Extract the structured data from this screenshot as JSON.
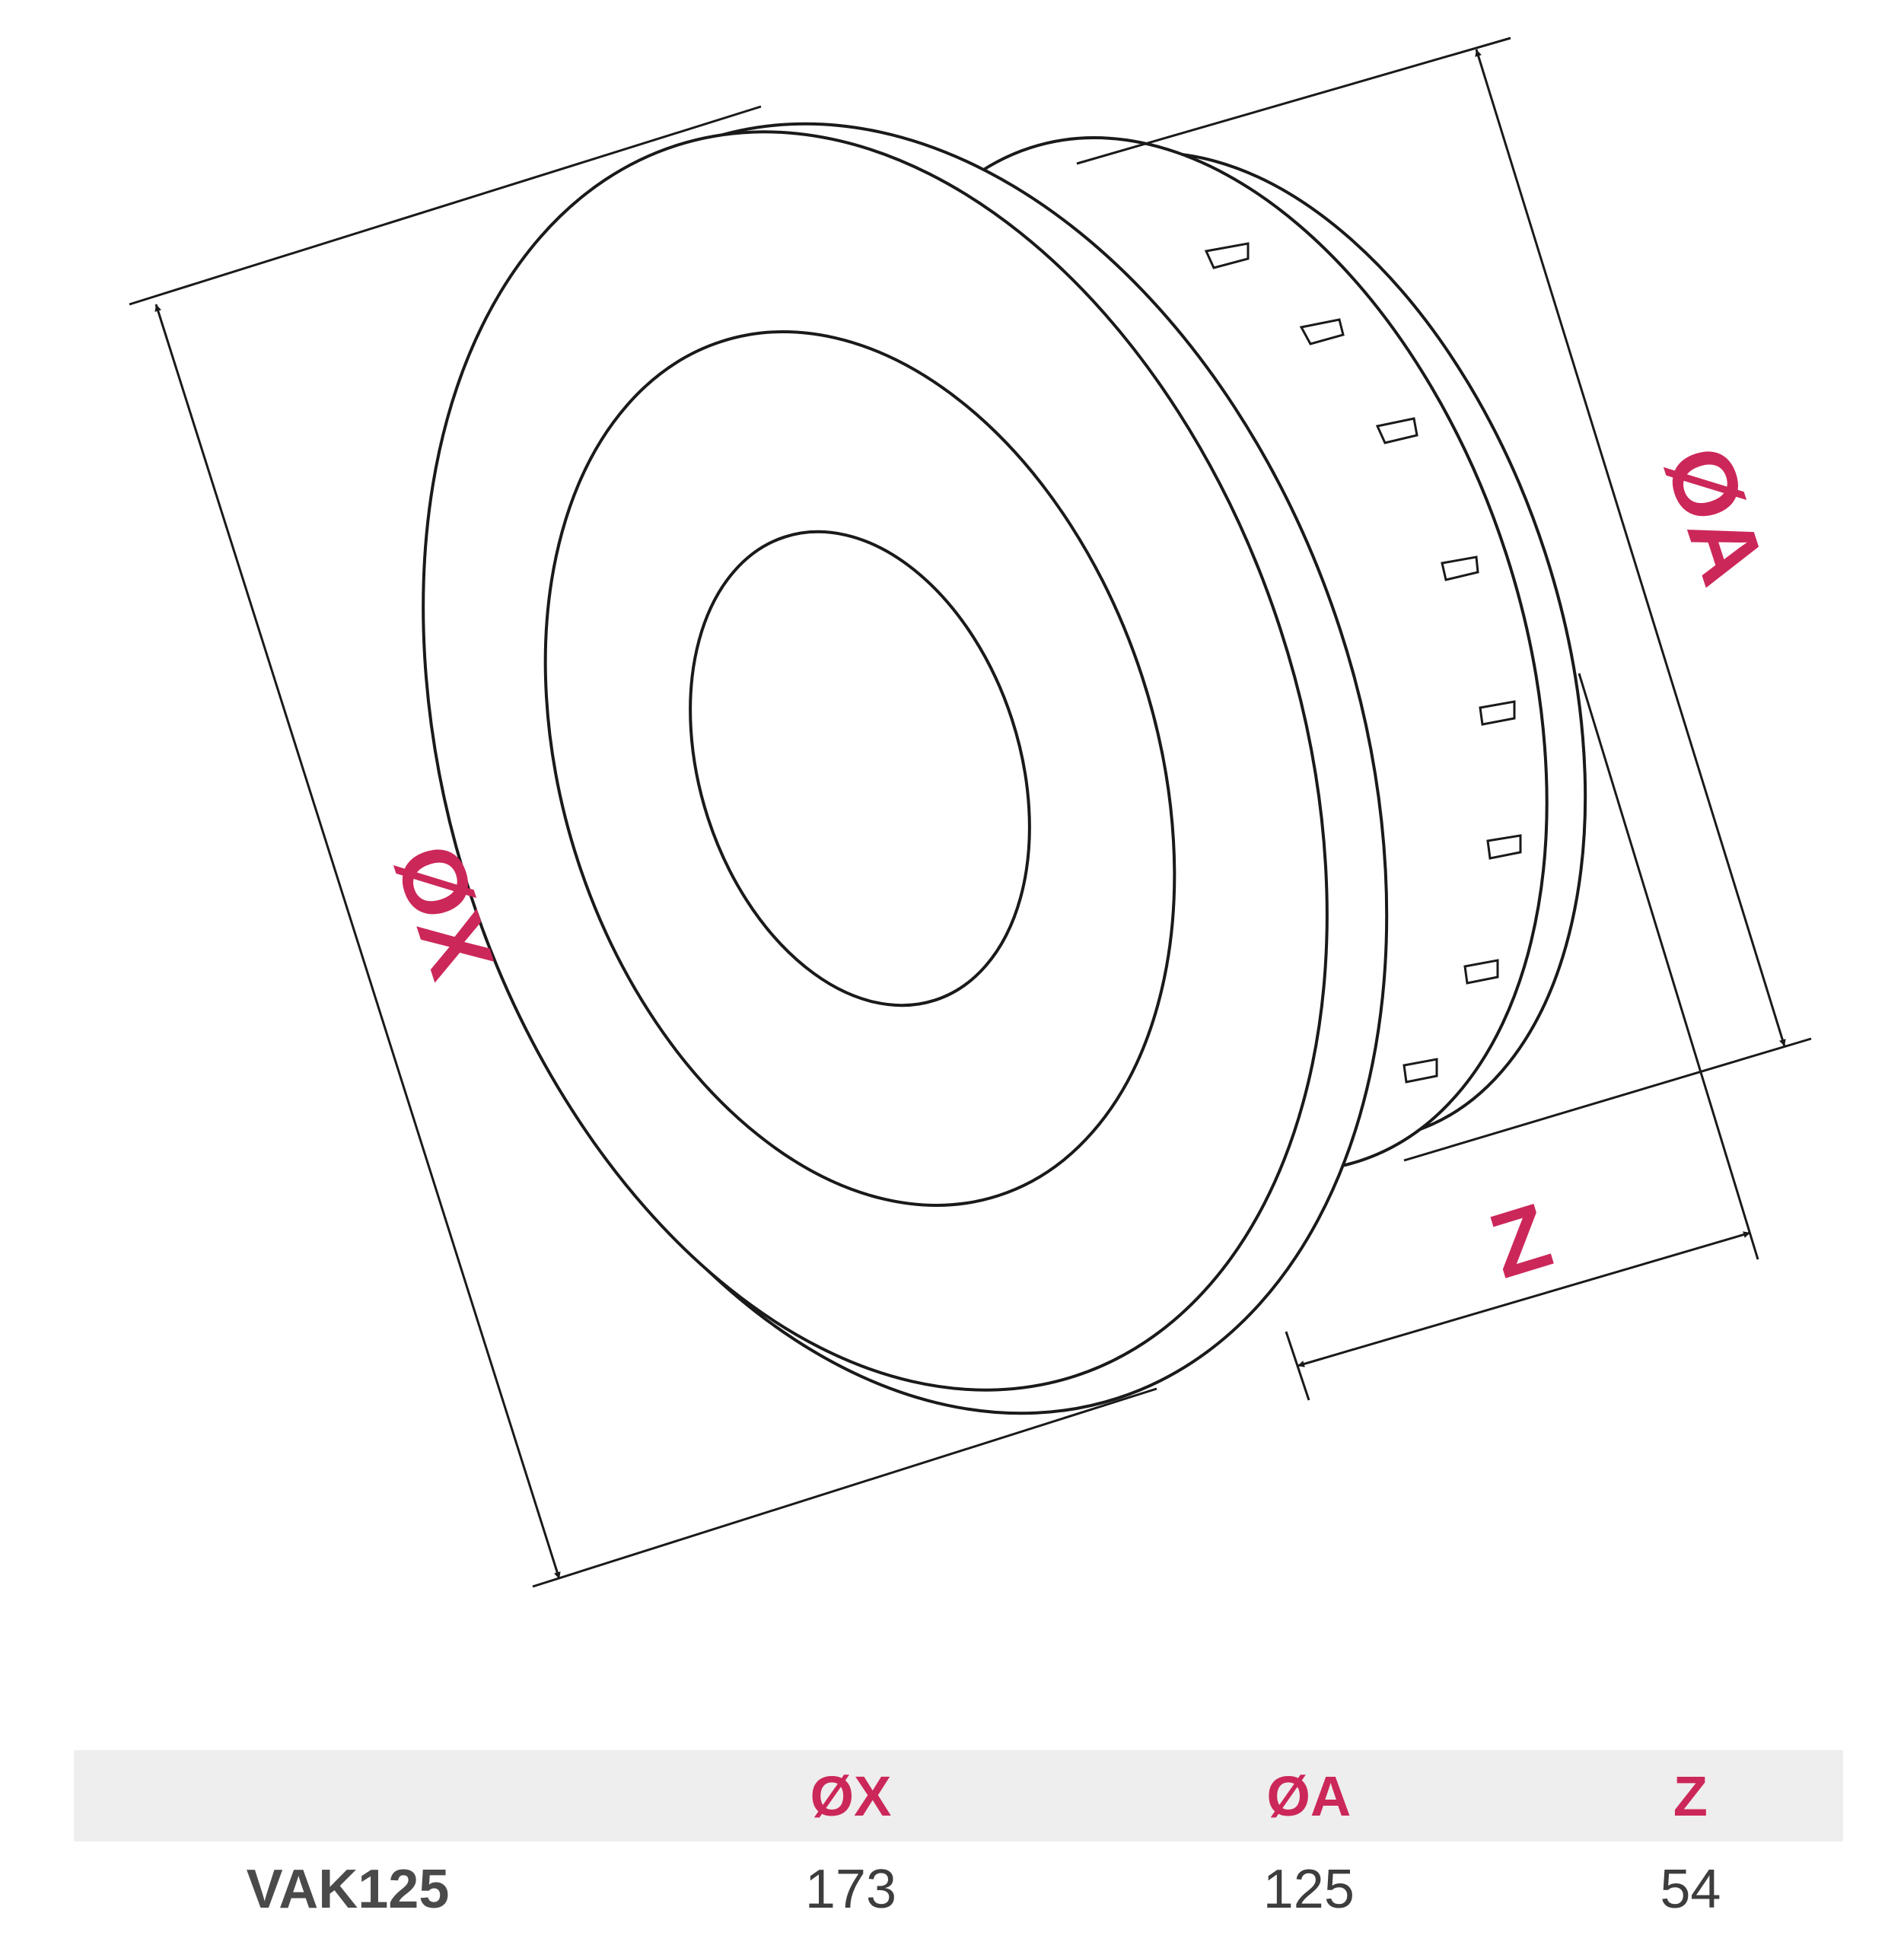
{
  "colors": {
    "accent": "#cc2759",
    "line": "#1a1a1a",
    "header_bg": "#eeeeee",
    "text": "#3d3d3d"
  },
  "dimension_labels": {
    "x": "ØX",
    "a": "ØA",
    "z": "Z"
  },
  "table": {
    "headers": [
      "",
      "ØX",
      "ØA",
      "Z"
    ],
    "rows": [
      {
        "model": "VAK125",
        "values": [
          "173",
          "125",
          "54"
        ]
      }
    ]
  }
}
